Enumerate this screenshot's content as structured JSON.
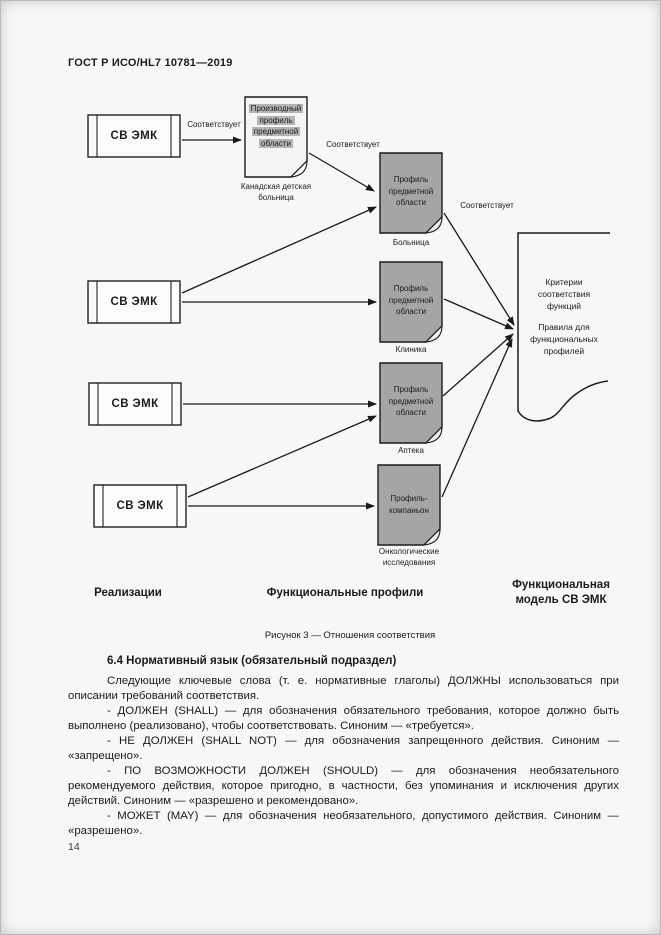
{
  "page": {
    "header": "ГОСТ Р ИСО/HL7 10781—2019",
    "number": "14"
  },
  "diagram": {
    "relation_label": "Соответствует",
    "systems": [
      {
        "label": "СВ ЭМК"
      },
      {
        "label": "СВ ЭМК"
      },
      {
        "label": "СВ ЭМК"
      },
      {
        "label": "СВ ЭМК"
      }
    ],
    "docs": [
      {
        "lines": [
          "Производный",
          "профиль",
          "предметной",
          "области"
        ],
        "caption": "Канадская детская больница"
      },
      {
        "lines": [
          "Профиль",
          "предметной",
          "области"
        ],
        "caption": "Больница"
      },
      {
        "lines": [
          "Профиль",
          "предметной",
          "области"
        ],
        "caption": "Клиника"
      },
      {
        "lines": [
          "Профиль",
          "предметной",
          "области"
        ],
        "caption": "Аптека"
      },
      {
        "lines": [
          "Профиль-",
          "компаньон"
        ],
        "caption": "Онкологические исследования"
      }
    ],
    "model": {
      "title": "Критерии соответствия функций",
      "subtitle": "Правила для функциональных профилей"
    },
    "columns": [
      "Реализации",
      "Функциональные профили",
      "Функциональная модель СВ ЭМК"
    ],
    "caption": "Рисунок 3 — Отношения соответствия"
  },
  "section": {
    "heading": "6.4 Нормативный язык (обязательный подраздел)",
    "paragraphs": [
      "Следующие ключевые слова (т. е. нормативные глаголы) ДОЛЖНЫ использоваться при описании требований соответствия.",
      "- ДОЛЖЕН (SHALL) — для обозначения обязательного требования, которое должно быть выполнено (реализовано), чтобы соответствовать. Синоним — «требуется».",
      "- НЕ ДОЛЖЕН (SHALL NOT) — для обозначения запрещенного действия. Синоним — «запрещено».",
      "- ПО ВОЗМОЖНОСТИ ДОЛЖЕН (SHOULD) — для обозначения необязательного рекомендуемого действия, которое пригодно, в частности, без упоминания и исключения других действий. Синоним — «разрешено и рекомендовано».",
      "- МОЖЕТ (MAY) — для обозначения необязательного, допустимого действия. Синоним — «разрешено»."
    ]
  },
  "colors": {
    "doc_fill": "#a5a5a5",
    "highlight": "#b4b4b4",
    "line": "#1a1a1a",
    "page_bg": "#f7f7f7"
  }
}
